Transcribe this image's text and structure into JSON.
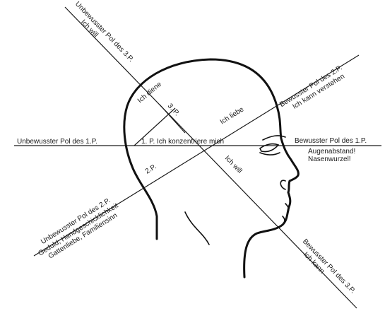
{
  "labels": {
    "pole1_unconscious": "Unbewusster Pol des 1.P.",
    "pole1_conscious": "Bewusster Pol des 1.P.",
    "center": "1. P. Ich konzentriere mich",
    "eye_note_1": "Augenabstand!",
    "eye_note_2": "Nasenwurzel!",
    "pole3_unconscious_title": "Unbewusster Pol des 3.P.",
    "pole3_unconscious_sub": "Ich will",
    "pole2_conscious_title": "Bewusster Pol des 2.P.",
    "pole2_conscious_sub": "Ich kann verstehen",
    "ich_diene": "Ich  diene",
    "three_p": "3. P.",
    "ich_liebe": "Ich liebe",
    "two_p": "2.P.",
    "ich_will": "Ich will",
    "pole2_unconscious_title": "Unbewusster Pol des 2.P.",
    "pole2_unconscious_sub1": "Geduld, Handgeschicklichkeit",
    "pole2_unconscious_sub2": "Gattenliebe, Familiensinn",
    "pole3_conscious_title": "Bewusster Pol des 3.P.",
    "pole3_conscious_sub": "Ich kann"
  },
  "colors": {
    "ink": "#1a1a1a",
    "background": "#ffffff"
  }
}
